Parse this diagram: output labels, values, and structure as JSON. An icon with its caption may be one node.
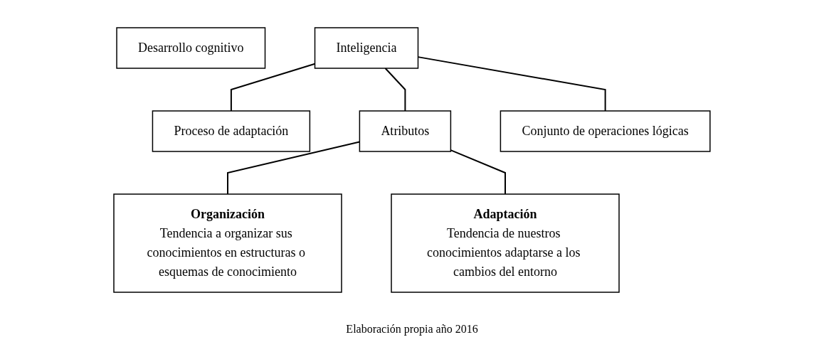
{
  "diagram": {
    "caption": "Elaboración propia año 2016",
    "nodes": [
      {
        "text": [
          "Desarrollo cognitivo"
        ]
      },
      {
        "text": [
          "Inteligencia"
        ]
      },
      {
        "text": [
          "Proceso de adaptación"
        ]
      },
      {
        "text": [
          "Conjunto de operaciones lógicas"
        ]
      },
      {
        "text": [
          "Atributos"
        ]
      },
      {
        "text": [
          "Organización",
          "Tendencia a organizar sus conocimientos en estructuras o esquemas de conocimiento"
        ]
      },
      {
        "text": [
          "Adaptación",
          "Tendencia de nuestros conocimientos adaptarse a los cambios del entorno"
        ]
      }
    ],
    "edges": [
      {
        "from": 1,
        "to": 2,
        "arrow": "none"
      },
      {
        "from": 1,
        "to": 3,
        "arrow": "none"
      },
      {
        "from": 1,
        "to": 4,
        "arrow": "none"
      },
      {
        "from": 4,
        "to": 5,
        "arrow": "none"
      },
      {
        "from": 4,
        "to": 6,
        "arrow": "none"
      }
    ]
  }
}
